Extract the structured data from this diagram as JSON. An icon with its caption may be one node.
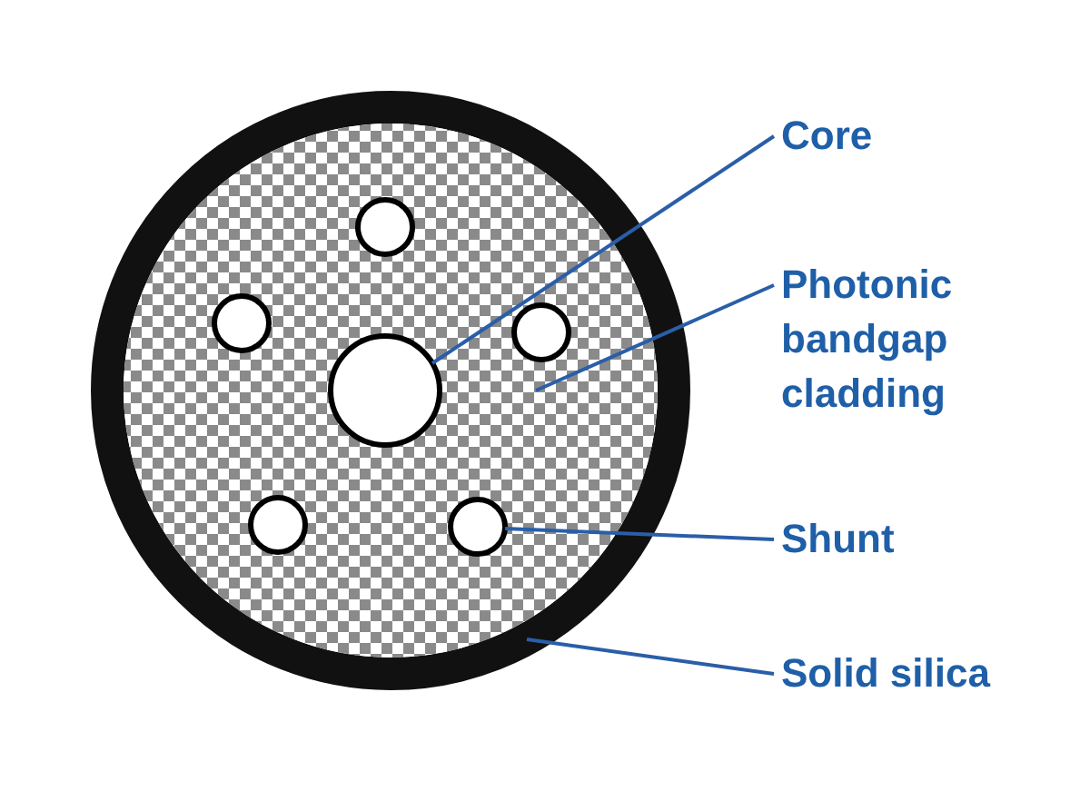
{
  "diagram": {
    "nodes": [
      {
        "text": [
          "Core"
        ]
      },
      {
        "text": [],
        "shape": "circle",
        "in": 3
      },
      {
        "text": [
          "Photonic bandgap cladding"
        ]
      },
      {
        "text": [],
        "shape": "circle",
        "in": 7
      },
      {
        "text": [
          "Shunt"
        ]
      },
      {
        "text": [],
        "shape": "circle",
        "in": 3
      },
      {
        "text": [
          "Solid silica"
        ]
      },
      {
        "text": [],
        "shape": "circle"
      },
      {
        "text": [],
        "shape": "circle",
        "in": 3
      },
      {
        "text": [],
        "shape": "circle",
        "in": 3
      },
      {
        "text": [],
        "shape": "circle",
        "in": 3
      },
      {
        "text": [],
        "shape": "circle",
        "in": 3
      }
    ],
    "edges": [
      {
        "from": 0,
        "to": 1,
        "arrow": "none"
      },
      {
        "from": 2,
        "to": 3,
        "arrow": "none"
      },
      {
        "from": 4,
        "to": 5,
        "arrow": "none"
      },
      {
        "from": 6,
        "to": 7,
        "arrow": "none"
      }
    ]
  }
}
